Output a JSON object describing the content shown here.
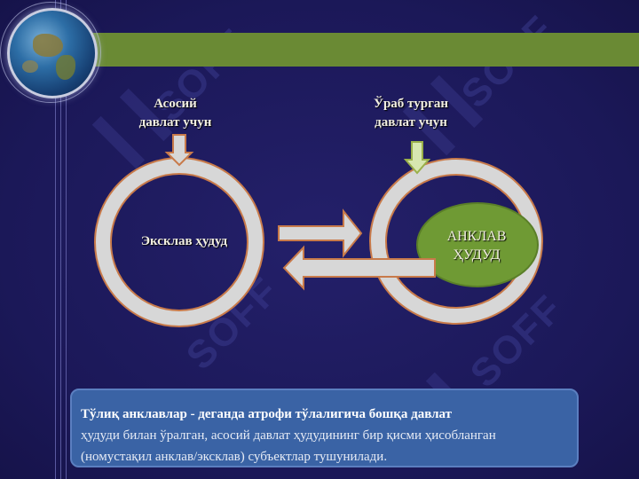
{
  "colors": {
    "background": "#1e1a5c",
    "title_bar": "#6a8a34",
    "ring_fill": "#d7d7d7",
    "ring_border": "#c87a4a",
    "enclave": "#6f9a34",
    "info_box": "#3a63a5"
  },
  "watermark": "SOFF",
  "diagram": {
    "label_left": "Асосий\nдавлат учун",
    "label_right": "Ўраб турган\nдавлат учун",
    "exclave_label": "Эксклав ҳудуд",
    "enclave_label": "АНКЛАВ\nҲУДУД"
  },
  "info": {
    "bold_text": "Тўлиқ анклавлар - деганда атрофи тўлалигича бошқа давлат",
    "body_text": "ҳудуди билан ўралган, асосий давлат ҳудудининг бир қисми ҳисобланган (номустақил анклав/эксклав) субъектлар тушунилади."
  }
}
